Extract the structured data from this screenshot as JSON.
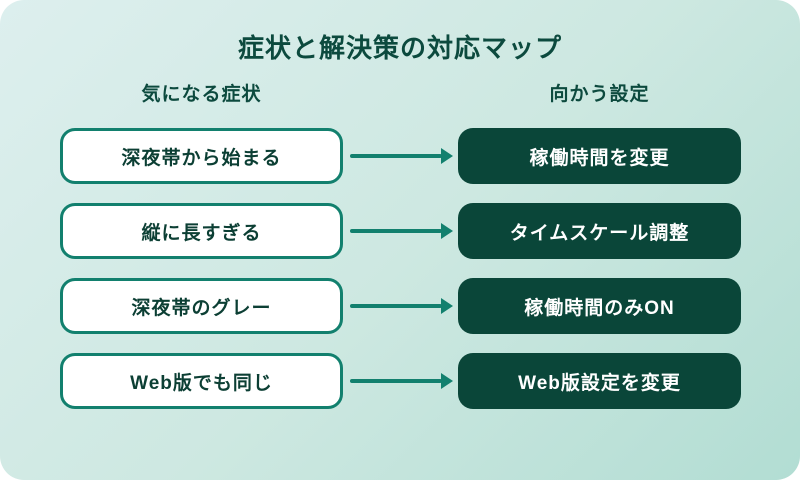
{
  "title": "症状と解決策の対応マップ",
  "columns": {
    "left_header": "気になる症状",
    "right_header": "向かう設定"
  },
  "rows": [
    {
      "symptom": "深夜帯から始まる",
      "solution": "稼働時間を変更"
    },
    {
      "symptom": "縦に長すぎる",
      "solution": "タイムスケール調整"
    },
    {
      "symptom": "深夜帯のグレー",
      "solution": "稼働時間のみON"
    },
    {
      "symptom": "Web版でも同じ",
      "solution": "Web版設定を変更"
    }
  ],
  "colors": {
    "background_gradient_start": "#ddefee",
    "background_gradient_end": "#b2ddd3",
    "accent_teal": "#12806e",
    "solution_box_bg": "#0a4639",
    "heading_text": "#0c4a3e",
    "symptom_text": "#0c3f34",
    "solution_text": "#ffffff",
    "card_corner_bg": "#ffffff"
  }
}
